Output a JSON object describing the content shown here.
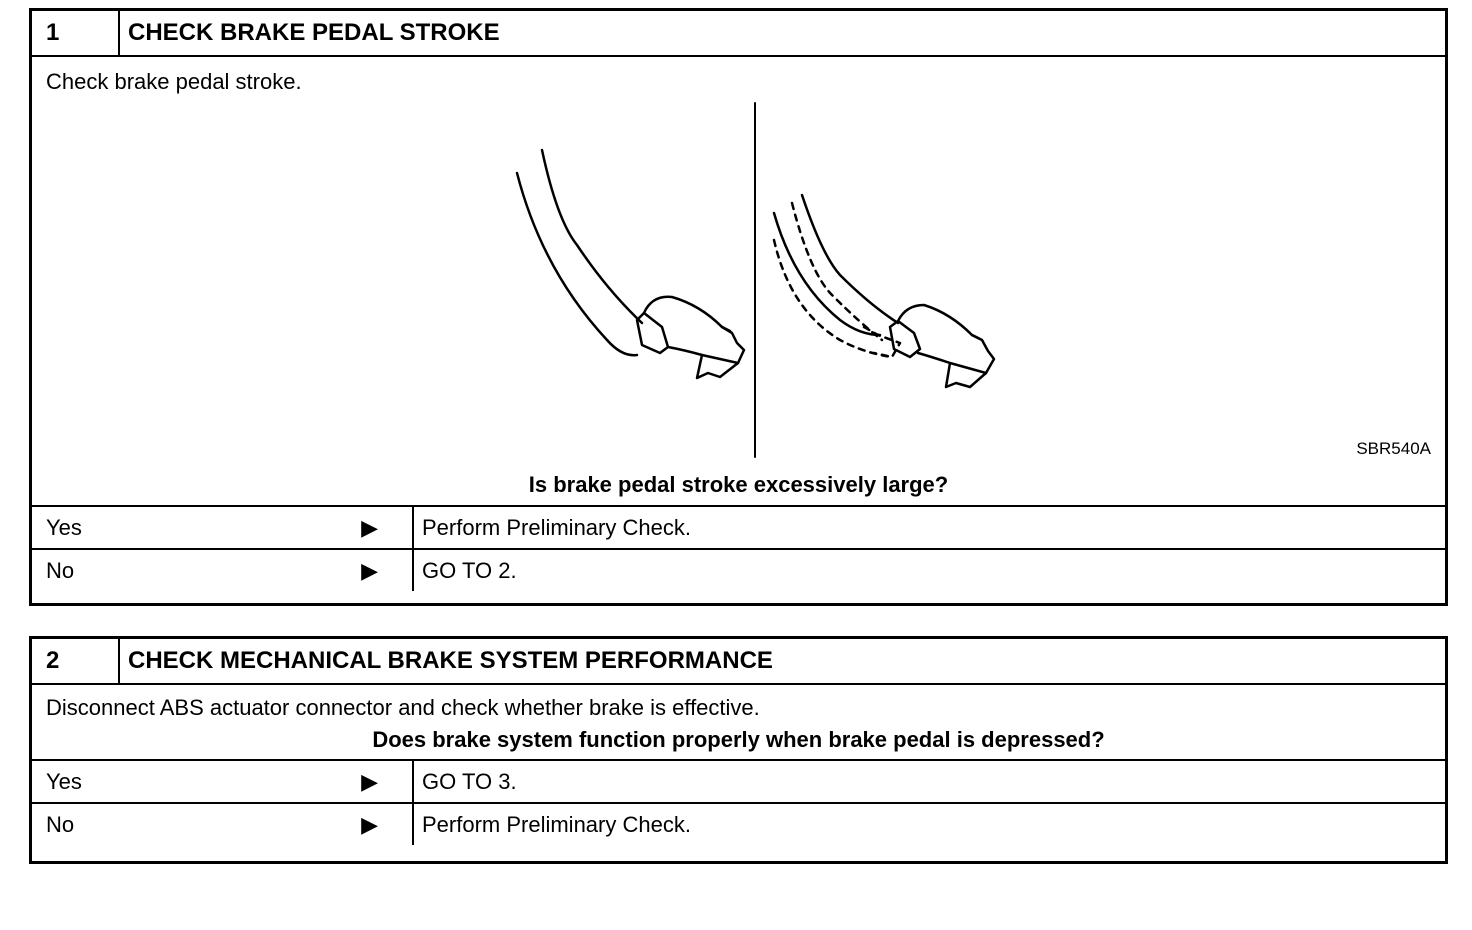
{
  "steps": [
    {
      "number": "1",
      "title": "CHECK BRAKE PEDAL STROKE",
      "instruction": "Check brake pedal stroke.",
      "figure_code": "SBR540A",
      "question": "Is brake pedal stroke excessively large?",
      "answers": [
        {
          "label": "Yes",
          "result": "Perform Preliminary Check."
        },
        {
          "label": "No",
          "result": "GO TO 2."
        }
      ]
    },
    {
      "number": "2",
      "title": "CHECK MECHANICAL BRAKE SYSTEM PERFORMANCE",
      "instruction": "Disconnect ABS actuator connector and check whether brake is effective.",
      "question": "Does brake system function properly when brake pedal is depressed?",
      "answers": [
        {
          "label": "Yes",
          "result": "GO TO 3."
        },
        {
          "label": "No",
          "result": "Perform Preliminary Check."
        }
      ]
    }
  ],
  "icons": {
    "arrow": "▶",
    "figure": "brake-pedal-illustration-icon"
  },
  "colors": {
    "ink": "#000000",
    "paper": "#ffffff"
  }
}
